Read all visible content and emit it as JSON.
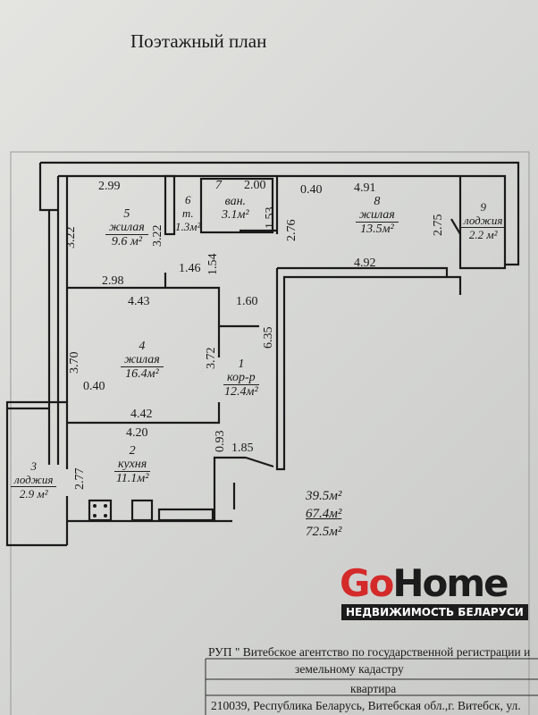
{
  "title": "Поэтажный план",
  "rooms": [
    {
      "num": "1",
      "type": "кор-р",
      "area": "12.4м²"
    },
    {
      "num": "2",
      "type": "кухня",
      "area": "11.1м²"
    },
    {
      "num": "3",
      "type": "лоджия",
      "area": "2.9 м²"
    },
    {
      "num": "4",
      "type": "жилая",
      "area": "16.4м²"
    },
    {
      "num": "5",
      "type": "жилая",
      "area": "9.6 м²"
    },
    {
      "num": "6",
      "type": "т.",
      "area": "1.3м²"
    },
    {
      "num": "7",
      "type": "ван.",
      "area": "3.1м²"
    },
    {
      "num": "8",
      "type": "жилая",
      "area": "13.5м²"
    },
    {
      "num": "9",
      "type": "лоджия",
      "area": "2.2 м²"
    }
  ],
  "dims": {
    "d299": "2.99",
    "d322a": "3.22",
    "d322b": "3.22",
    "d200": "2.00",
    "d153": "1.53",
    "d276": "2.76",
    "d040a": "0.40",
    "d491": "4.91",
    "d275": "2.75",
    "d492": "4.92",
    "d154": "1.54",
    "d146": "1.46",
    "d298": "2.98",
    "d443": "4.43",
    "d160": "1.60",
    "d370": "3.70",
    "d372": "3.72",
    "d635": "6.35",
    "d040b": "0.40",
    "d442": "4.42",
    "d420": "4.20",
    "d093": "0.93",
    "d185": "1.85",
    "d277": "2.77"
  },
  "totals": {
    "living": "39.5м²",
    "total": "67.4м²",
    "full": "72.5м²"
  },
  "title_block": {
    "org_line1": "РУП \" Витебское агентство по государственной регистрации и",
    "org_line2": "земельному кадастру",
    "object": "квартира",
    "address": "210039, Республика Беларусь, Витебская обл.,г. Витебск, ул."
  },
  "watermark": {
    "go": "Go",
    "home": "Home",
    "tagline": "НЕДВИЖИМОСТЬ БЕЛАРУСИ",
    "go_color": "#d42a2a",
    "home_color": "#1c1c1c"
  }
}
